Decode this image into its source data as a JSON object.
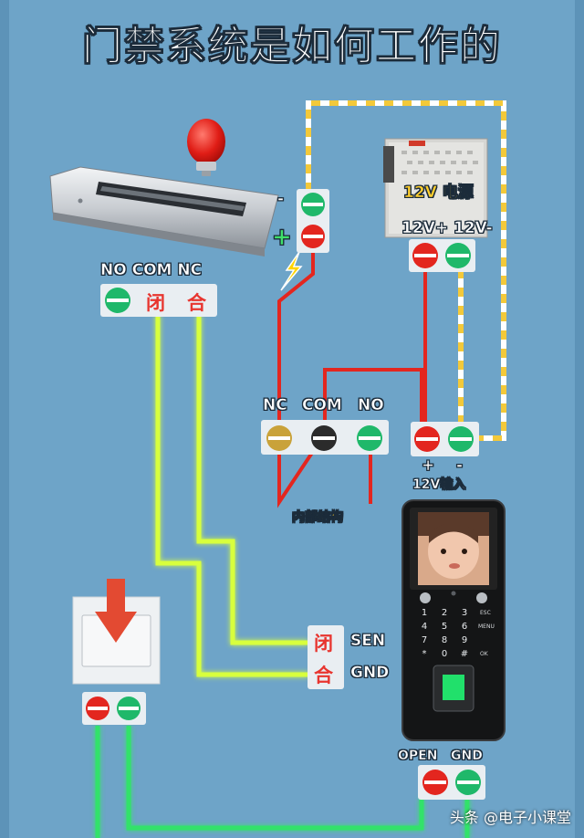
{
  "title": "门禁系统是如何工作的",
  "lock_terminals": {
    "minus": "-",
    "plus": "+"
  },
  "power_supply": {
    "label": "12V 电源",
    "terminals": "12V+ 12V-"
  },
  "button_relay": {
    "label": "NO COM NC",
    "char1": "闭",
    "char2": "合"
  },
  "relay": {
    "nc": "NC",
    "com": "COM",
    "no": "NO",
    "caption": "内部结构"
  },
  "input": {
    "plus": "+",
    "minus": "-",
    "caption": "12V输入"
  },
  "sensor": {
    "char1": "闭",
    "char2": "合",
    "sen": "SEN",
    "gnd": "GND"
  },
  "controller": {
    "open": "OPEN",
    "gnd": "GND"
  },
  "keypad": {
    "keys": [
      "1",
      "2",
      "3",
      "4",
      "5",
      "6",
      "7",
      "8",
      "9",
      "*",
      "0",
      "#"
    ],
    "esc": "ESC",
    "menu": "MENU",
    "ok": "OK"
  },
  "watermark": "头条 @电子小课堂",
  "colors": {
    "background": "#6ea4c8",
    "red": "#e3261f",
    "green": "#1fb86a",
    "yellow_wire": "#d8ff3c",
    "red_wire": "#e3261f"
  }
}
